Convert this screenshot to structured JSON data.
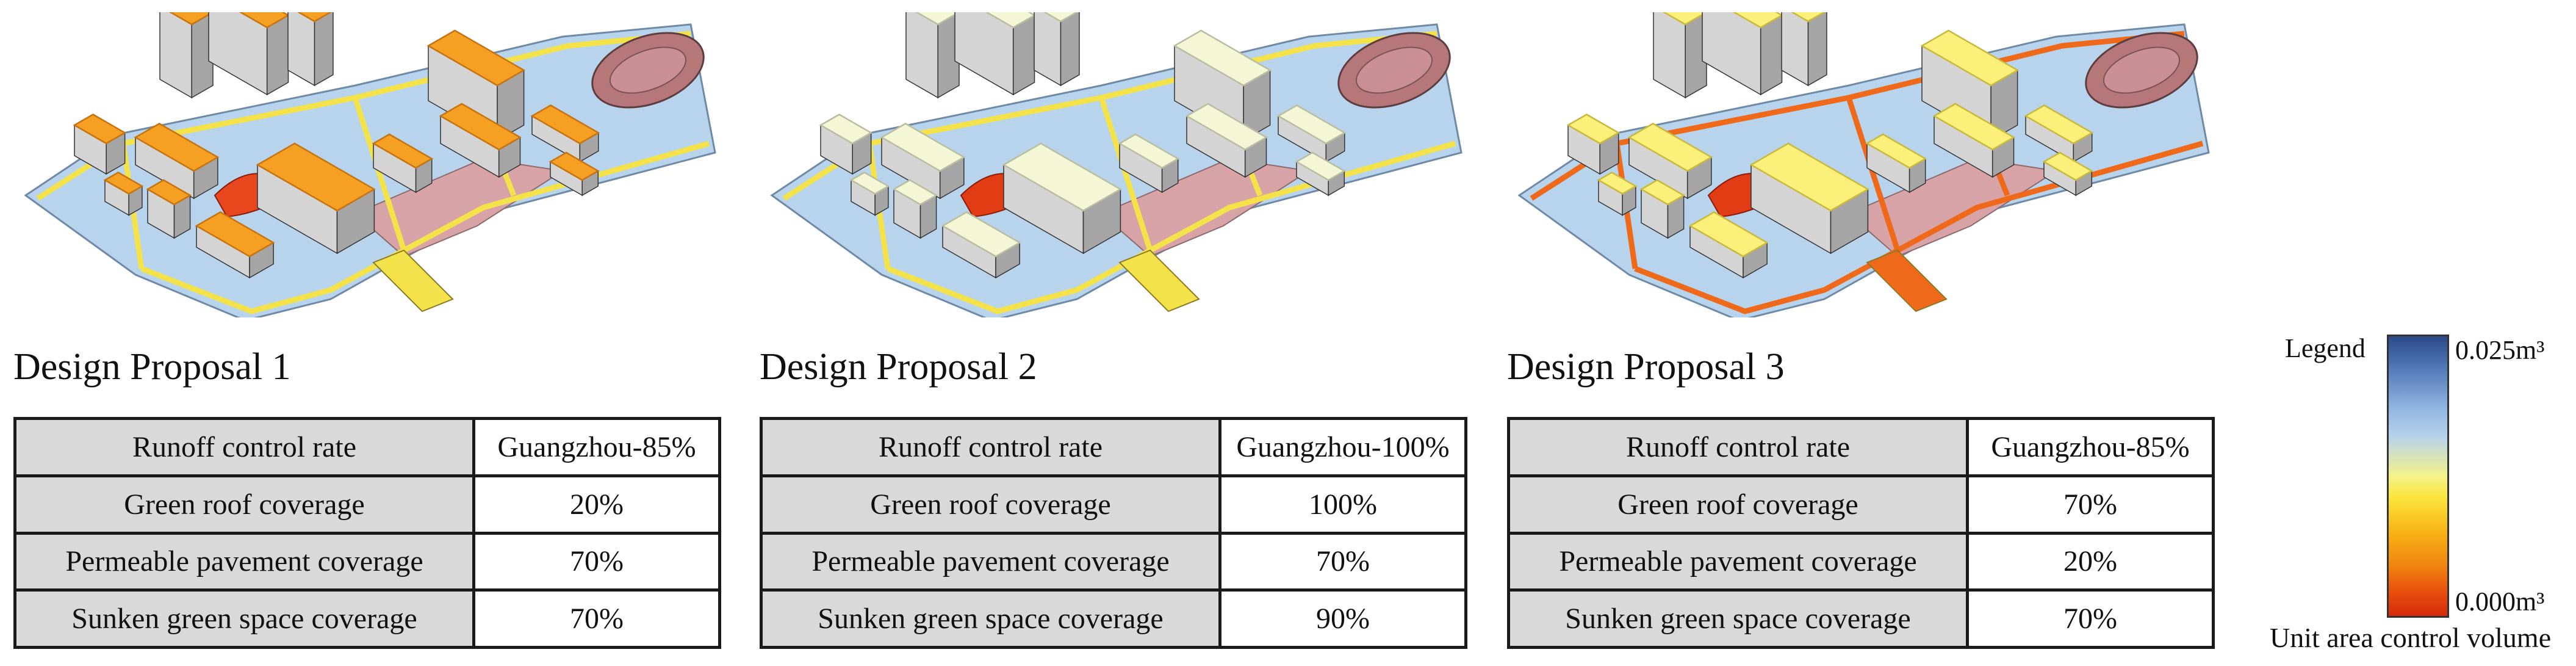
{
  "proposals": [
    {
      "title": "Design Proposal 1",
      "rows": [
        {
          "label": "Runoff control rate",
          "value": "Guangzhou-85%"
        },
        {
          "label": "Green roof coverage",
          "value": "20%"
        },
        {
          "label": "Permeable pavement coverage",
          "value": "70%"
        },
        {
          "label": "Sunken green space coverage",
          "value": "70%"
        }
      ],
      "colors": {
        "roof": "#f5a023",
        "roof_edge": "#c77410",
        "path": "#f3e24a",
        "plaza": "#e8471d"
      }
    },
    {
      "title": "Design Proposal 2",
      "rows": [
        {
          "label": "Runoff control rate",
          "value": "Guangzhou-100%"
        },
        {
          "label": "Green roof coverage",
          "value": "100%"
        },
        {
          "label": "Permeable pavement coverage",
          "value": "70%"
        },
        {
          "label": "Sunken green space coverage",
          "value": "90%"
        }
      ],
      "colors": {
        "roof": "#f3f7d6",
        "roof_edge": "#b9bea0",
        "path": "#f3e24a",
        "plaza": "#e23c15"
      }
    },
    {
      "title": "Design Proposal 3",
      "rows": [
        {
          "label": "Runoff control rate",
          "value": "Guangzhou-85%"
        },
        {
          "label": "Green roof coverage",
          "value": "70%"
        },
        {
          "label": "Permeable pavement coverage",
          "value": "20%"
        },
        {
          "label": "Sunken green space coverage",
          "value": "70%"
        }
      ],
      "colors": {
        "roof": "#fbf07a",
        "roof_edge": "#c9b93c",
        "path": "#ee6a1a",
        "plaza": "#e23c15"
      }
    }
  ],
  "legend": {
    "title": "Legend",
    "max_label": "0.025m³",
    "min_label": "0.000m³",
    "caption": "Unit area control volume"
  },
  "common_colors": {
    "ground": "#b8d4ec",
    "ground_edge": "#6f8aa6",
    "track": "#b5777a",
    "track_infield": "#c98f92",
    "building_wall": "#d4d4d4",
    "building_dark": "#9a9a9a",
    "pink_zone": "#d7a3a6"
  }
}
